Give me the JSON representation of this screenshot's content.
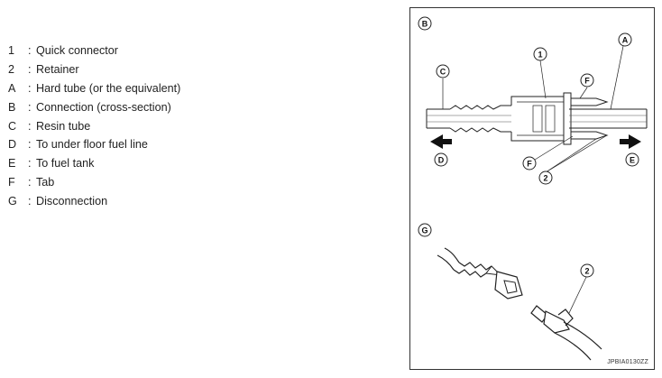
{
  "legend": [
    {
      "key": "1",
      "text": "Quick connector"
    },
    {
      "key": "2",
      "text": "Retainer"
    },
    {
      "key": "A",
      "text": "Hard tube (or the equivalent)"
    },
    {
      "key": "B",
      "text": "Connection (cross-section)"
    },
    {
      "key": "C",
      "text": "Resin tube"
    },
    {
      "key": "D",
      "text": "To under floor fuel line"
    },
    {
      "key": "E",
      "text": "To fuel tank"
    },
    {
      "key": "F",
      "text": "Tab"
    },
    {
      "key": "G",
      "text": "Disconnection"
    }
  ],
  "legend_separator": ":",
  "figure": {
    "labels": {
      "b": "B",
      "a": "A",
      "c": "C",
      "one": "1",
      "f_top": "F",
      "d": "D",
      "e": "E",
      "f_bottom": "F",
      "two_top": "2",
      "g": "G",
      "two_bottom": "2"
    },
    "code": "JPBIA0130ZZ"
  }
}
